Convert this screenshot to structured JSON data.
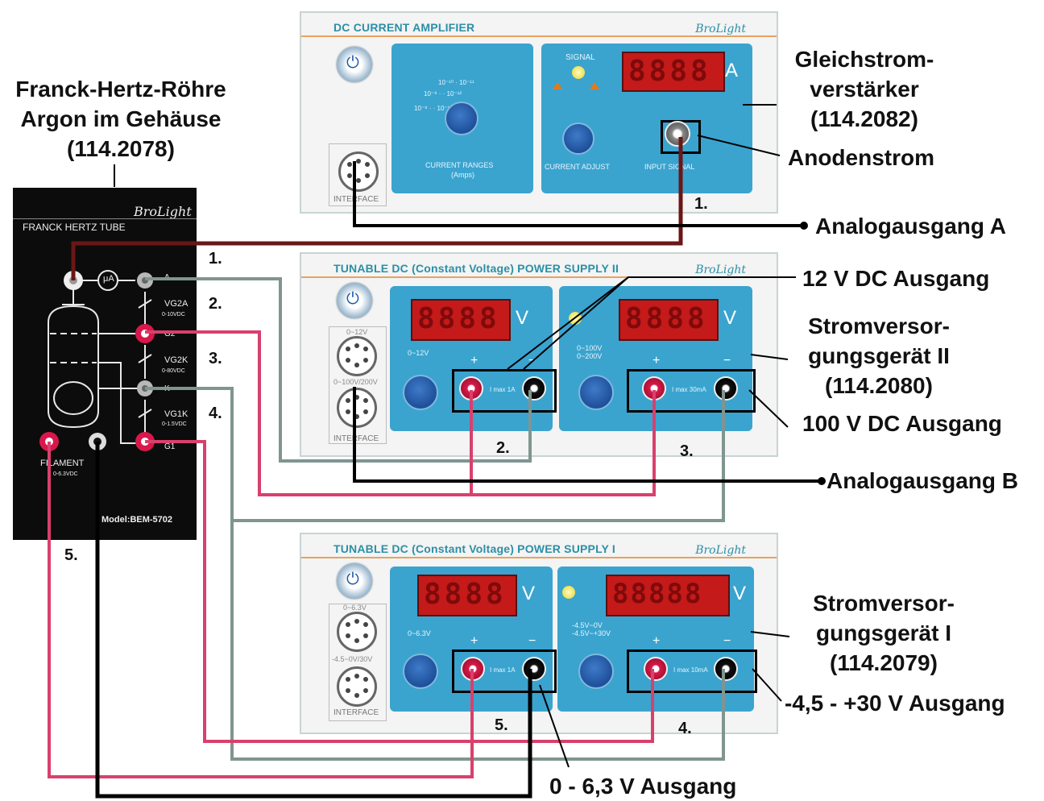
{
  "labels": {
    "tube_title": [
      "Franck-Hertz-Röhre",
      "Argon im Gehäuse",
      "(114.2078)"
    ],
    "amplifier_label": [
      "Gleichstrom-",
      "verstärker",
      "(114.2082)"
    ],
    "anode_current": "Anodenstrom",
    "analog_a": "Analogausgang A",
    "analog_b": "Analogausgang B",
    "out_12v": "12 V DC Ausgang",
    "supply2_label": [
      "Stromversor-",
      "gungsgerät II",
      "(114.2080)"
    ],
    "out_100v": "100 V DC Ausgang",
    "supply1_label": [
      "Stromversor-",
      "gungsgerät I",
      "(114.2079)"
    ],
    "out_30v": "-4,5 - +30 V Ausgang",
    "out_63v": "0 - 6,3 V Ausgang"
  },
  "numbers": [
    "1.",
    "2.",
    "3.",
    "4.",
    "5."
  ],
  "amplifier": {
    "title": "DC CURRENT AMPLIFIER",
    "brand": "BroLight",
    "signal": "SIGNAL",
    "current_ranges": "CURRENT RANGES",
    "amps": "(Amps)",
    "current_adjust": "CURRENT ADJUST",
    "input_signal": "INPUT SIGNAL",
    "interface": "INTERFACE",
    "display": "8888",
    "unit": "A",
    "number": "1."
  },
  "supply2": {
    "title": "TUNABLE DC (Constant Voltage) POWER SUPPLY II",
    "brand": "BroLight",
    "range_a": "0~12V",
    "range_b": "0~100V/200V",
    "knob_a": "0~12V",
    "knob_b": "0~100V 0~200V",
    "imax_a": "I max 1A",
    "imax_b": "I max 30mA",
    "interface": "INTERFACE",
    "display_a": "8888",
    "display_b": "8888",
    "unit": "V",
    "plus": "+",
    "minus": "−",
    "num_a": "2.",
    "num_b": "3."
  },
  "supply1": {
    "title": "TUNABLE DC (Constant Voltage) POWER SUPPLY I",
    "brand": "BroLight",
    "range_a": "0~6.3V",
    "range_b": "-4.5~0V/30V",
    "knob_a": "0~6.3V",
    "knob_b": "-4.5V~0V -4.5V~+30V",
    "imax_a": "I max 1A",
    "imax_b": "I max 10mA",
    "interface": "INTERFACE",
    "display_a": "8888",
    "display_b": "88888",
    "unit": "V",
    "plus": "+",
    "minus": "−",
    "num_a": "5.",
    "num_b": "4."
  },
  "tube": {
    "brand": "BroLight",
    "title": "FRANCK HERTZ TUBE",
    "ua": "μA",
    "a": "A",
    "vg2a": "VG2A",
    "vg2a_range": "0-10VDC",
    "g2": "G2",
    "vg2k": "VG2K",
    "vg2k_range": "0-80VDC",
    "k": "K",
    "vg1k": "VG1K",
    "vg1k_range": "0-1.5VDC",
    "g1": "G1",
    "filament": "FILAMENT",
    "filament_range": "0-6.3VDC",
    "model": "Model:BEM-5702"
  },
  "colors": {
    "wire_dark_red": "#6b1616",
    "wire_red": "#d8406e",
    "wire_grey": "#7f9590",
    "wire_black": "#000000",
    "panel_blue": "#3aa4cf",
    "display_red": "#c41a1a"
  }
}
